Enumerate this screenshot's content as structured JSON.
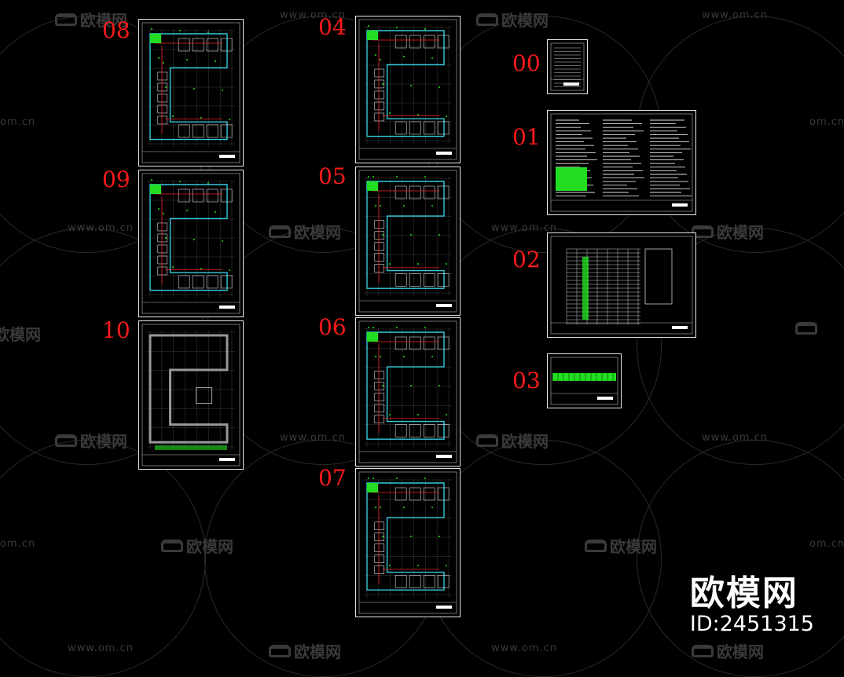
{
  "watermark": {
    "site": "www.om.cn",
    "site_short": "om.cn",
    "brand": "欧模网"
  },
  "brand": {
    "name": "欧模网",
    "id": "ID:2451315"
  },
  "sheets": [
    {
      "label": "08",
      "kind": "plan"
    },
    {
      "label": "09",
      "kind": "plan"
    },
    {
      "label": "10",
      "kind": "site"
    },
    {
      "label": "04",
      "kind": "plan"
    },
    {
      "label": "05",
      "kind": "plan"
    },
    {
      "label": "06",
      "kind": "plan"
    },
    {
      "label": "07",
      "kind": "plan"
    },
    {
      "label": "00",
      "kind": "index"
    },
    {
      "label": "01",
      "kind": "notes"
    },
    {
      "label": "02",
      "kind": "table"
    },
    {
      "label": "03",
      "kind": "strip"
    }
  ],
  "colors": {
    "background": "#000000",
    "label": "#ff1a1a",
    "frame": "#e8e8e8",
    "cad_green": "#22dd22",
    "cad_cyan": "#33ccdd",
    "cad_red": "#ee2222",
    "watermark": "#3a3a3a"
  }
}
